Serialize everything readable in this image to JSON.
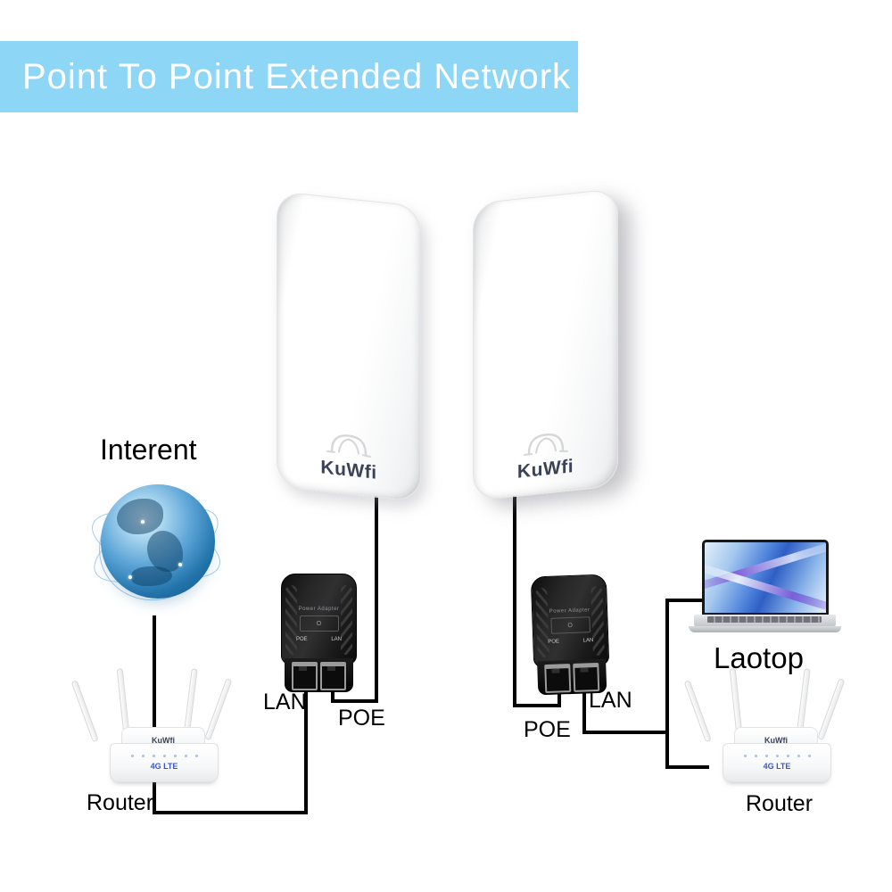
{
  "banner": {
    "text": "Point To Point Extended Network",
    "bg_color": "#8DD6F6",
    "fg_color": "#FFFFFF"
  },
  "internet": {
    "label": "Interent"
  },
  "laptop": {
    "label": "Laotop"
  },
  "cpe": {
    "brand": "KuWfi"
  },
  "injector_left": {
    "lan_label": "LAN",
    "poe_label": "POE",
    "panel_text": "Power Adapter",
    "plate_text": "O",
    "port_left_label": "POE",
    "port_right_label": "LAN"
  },
  "injector_right": {
    "poe_label": "POE",
    "lan_label": "LAN",
    "panel_text": "Power Adapter",
    "plate_text": "O",
    "port_left_label": "POE",
    "port_right_label": "LAN"
  },
  "router_left": {
    "label": "Router",
    "brand": "KuWfi",
    "badge": "4G LTE"
  },
  "router_right": {
    "label": "Router",
    "brand": "KuWfi",
    "badge": "4G LTE"
  },
  "colors": {
    "line": "#000000",
    "brand_navy": "#3B4157",
    "router_badge_blue": "#3B55C4",
    "injector_black": "#1A1A1A",
    "globe_blue": "#2274AB"
  }
}
